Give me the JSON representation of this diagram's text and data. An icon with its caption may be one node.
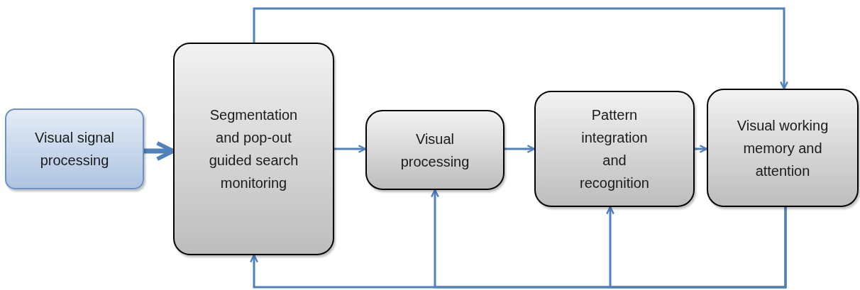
{
  "diagram": {
    "nodes": [
      {
        "text": [
          "Visual signal processing"
        ]
      },
      {
        "text": [
          "Segmentation and pop-out guided search monitoring"
        ]
      },
      {
        "text": [
          "Visual processing"
        ]
      },
      {
        "text": [
          "Pattern integration and recognition"
        ]
      },
      {
        "text": [
          "Visual working memory and attention"
        ]
      }
    ],
    "edges": [
      {
        "from": 0,
        "to": 1,
        "arrow": "to",
        "style": "thick"
      },
      {
        "from": 1,
        "to": 2,
        "arrow": "to"
      },
      {
        "from": 2,
        "to": 3,
        "arrow": "to"
      },
      {
        "from": 3,
        "to": 4,
        "arrow": "to"
      },
      {
        "from": 1,
        "to": 4,
        "arrow": "to"
      },
      {
        "from": 4,
        "to": 3,
        "arrow": "to"
      },
      {
        "from": 4,
        "to": 2,
        "arrow": "to"
      },
      {
        "from": 4,
        "to": 1,
        "arrow": "to"
      }
    ]
  }
}
